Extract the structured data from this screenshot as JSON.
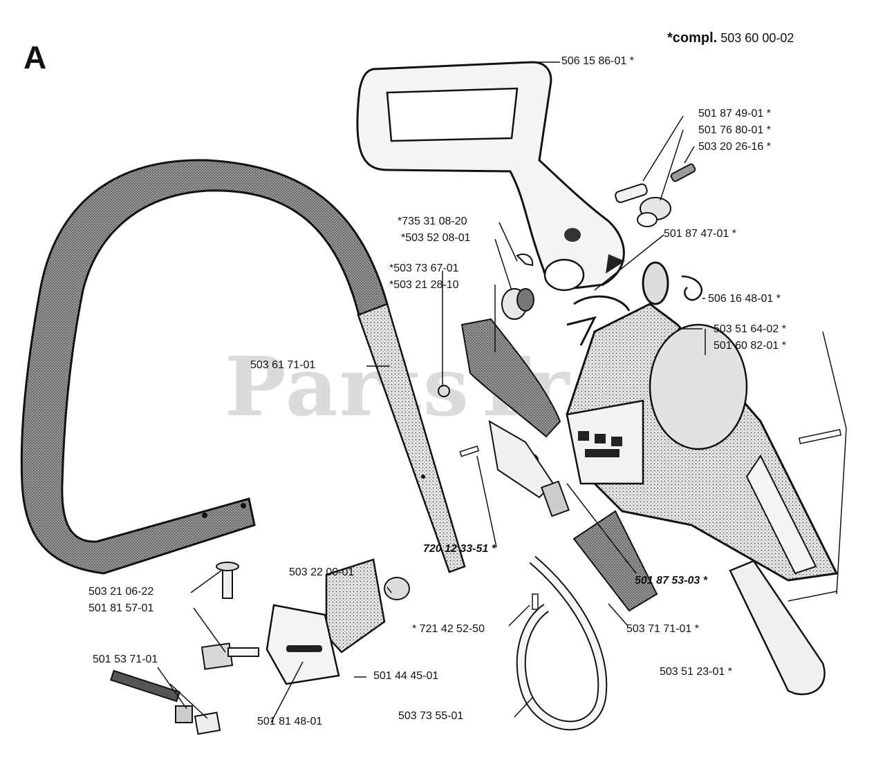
{
  "section_letter": "A",
  "assembly_note": {
    "prefix": "*compl.",
    "number": "503 60 00-02"
  },
  "watermark": "PartsTre",
  "labels": {
    "front_handle": "506 15 86-01 *",
    "screw_a": "501 87 49-01 *",
    "bushing": "501 76 80-01 *",
    "screw_b": "503 20 26-16 *",
    "circlip": "*735 31 08-20",
    "pivot": "*503 52 08-01",
    "link_a": "*503 73 67-01",
    "screw_c": "*503 21 28-10",
    "spring_lever": "501 87 47-01 *",
    "spring": "506 16 48-01 *",
    "handguard_bar": "503 61 71-01",
    "cover_a": "503 51 64-02 *",
    "cover_b": "501 60 82-01 *",
    "pin_a": "720 12 33-51 *",
    "bolt_assembly": "501 87 53-03 *",
    "nut": "503 22 00-01",
    "screw_d": "503 21 06-22",
    "bar_stud": "501 81 57-01",
    "pin_b": "* 721 42 52-50",
    "spring_coil": "503 71 71-01 *",
    "tensioner": "501 53 71-01",
    "guide_plate": "501 44 45-01",
    "side_plate": "501 81 48-01",
    "brake_band": "503 73 55-01",
    "cover_plate": "503 51 23-01 *"
  },
  "colors": {
    "ink": "#111111",
    "watermark": "#cfcfcf",
    "part_fill": "#f2f2f2",
    "part_shade": "#b9b9b9"
  },
  "icons": [
    "front-handle-icon",
    "handguard-bar-icon",
    "clutch-cover-icon",
    "brake-band-icon",
    "spring-icon",
    "screw-icon",
    "plate-icon"
  ]
}
